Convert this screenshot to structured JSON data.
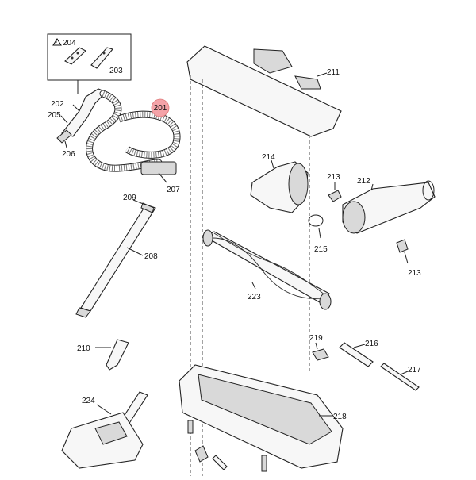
{
  "highlight": {
    "label": "201",
    "color": "#f4a3a8"
  },
  "parts": {
    "p202": "202",
    "p203": "203",
    "p204": "204",
    "p205": "205",
    "p206": "206",
    "p207": "207",
    "p208": "208",
    "p209": "209",
    "p210": "210",
    "p211": "211",
    "p212": "212",
    "p213a": "213",
    "p213b": "213",
    "p214": "214",
    "p215": "215",
    "p216": "216",
    "p217": "217",
    "p218": "218",
    "p219": "219",
    "p223": "223",
    "p224": "224"
  },
  "warning_icon": "warning-triangle-icon"
}
